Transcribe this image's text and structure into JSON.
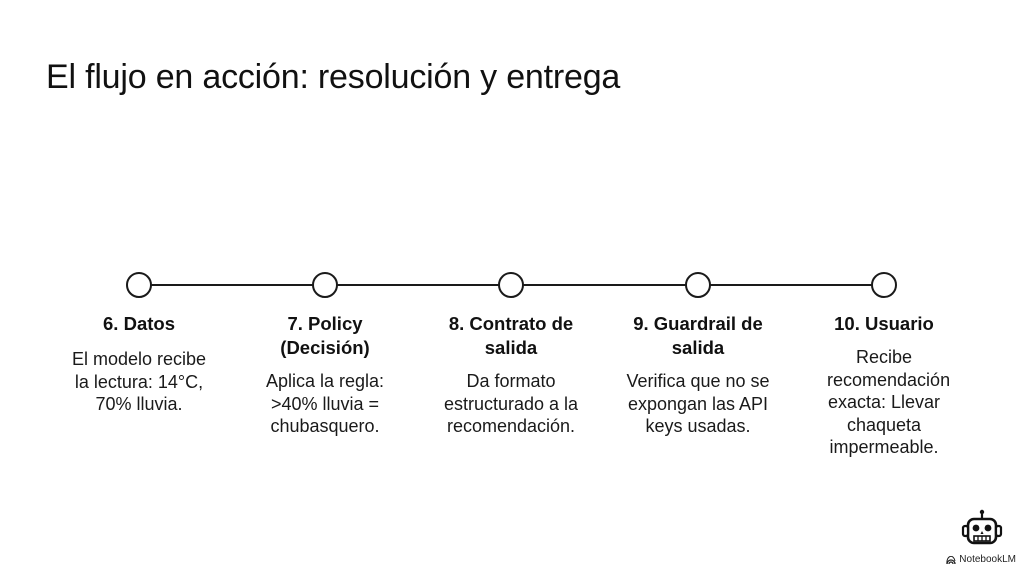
{
  "slide": {
    "title": "El flujo en acción: resolución y entrega"
  },
  "timeline": {
    "steps": [
      {
        "title": "6. Datos",
        "description": "El modelo recibe la lectura: 14°C, 70% lluvia."
      },
      {
        "title": "7. Policy (Decisión)",
        "description": "Aplica la regla: >40% lluvia = chubasquero."
      },
      {
        "title": "8. Contrato de salida",
        "description": "Da formato estructurado a la recomendación."
      },
      {
        "title": "9. Guardrail de salida",
        "description": "Verifica que no se expongan las API keys usadas."
      },
      {
        "title": "10. Usuario",
        "description": "Recibe recomendación exacta: Llevar chaqueta impermeable."
      }
    ]
  },
  "branding": {
    "label": "NotebookLM",
    "icon": "robot-icon"
  },
  "colors": {
    "background": "#ffffff",
    "text": "#111111",
    "line": "#1a1a1a"
  }
}
